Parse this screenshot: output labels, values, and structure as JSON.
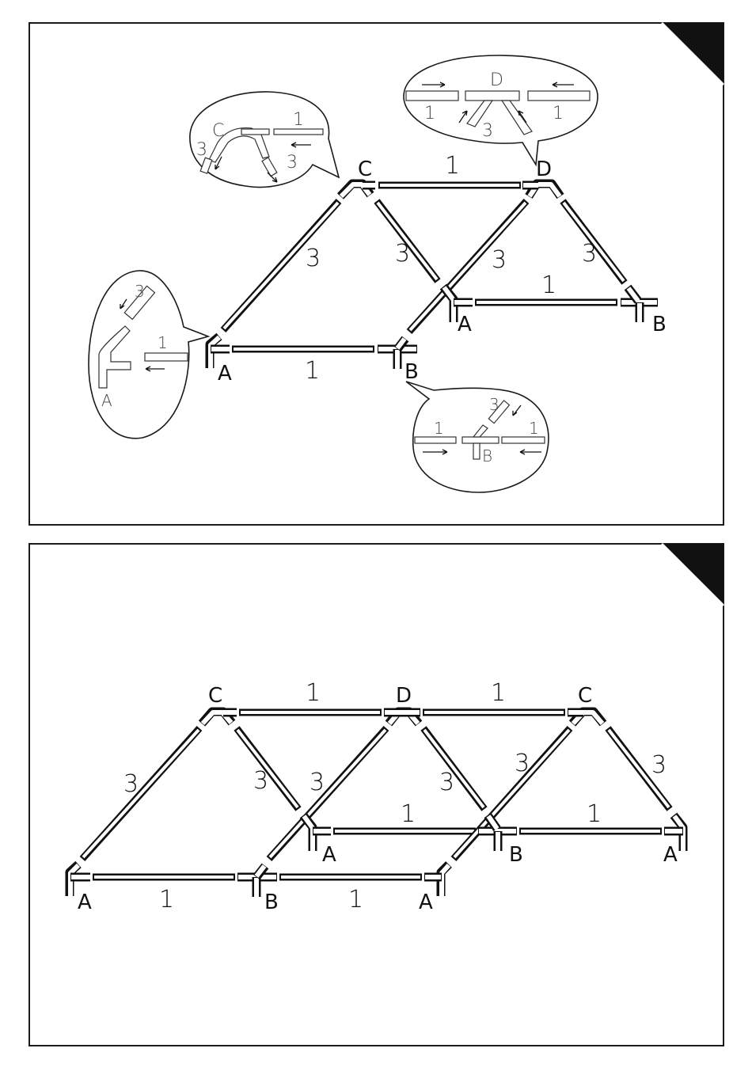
{
  "panel1": {
    "joints": {
      "c": "C",
      "d": "D",
      "a_left": "A",
      "a_mid": "A",
      "b_left": "B",
      "b_right": "B"
    },
    "tubes": {
      "top": "1",
      "bottom_front": "1",
      "bottom_back": "1",
      "diag_left": "3",
      "diag_c_right": "3",
      "diag_d_left": "3",
      "diag_d_right": "3"
    },
    "detail_c": {
      "joint": "C",
      "tube_top": "1",
      "tube_left": "3",
      "tube_right": "3"
    },
    "detail_d": {
      "joint": "D",
      "tube_left": "1",
      "tube_right": "1",
      "tube_bottom": "3"
    },
    "detail_a": {
      "joint": "A",
      "tube_top": "3",
      "tube_right": "1"
    },
    "detail_b": {
      "joint": "B",
      "tube_left": "1",
      "tube_right": "1",
      "tube_top": "3"
    }
  },
  "panel2": {
    "joints": {
      "c_left": "C",
      "d_mid": "D",
      "c_right": "C",
      "a_front_left": "A",
      "b_front_mid": "B",
      "a_front_right": "A",
      "a_back_left": "A",
      "b_back_mid": "B",
      "a_back_right": "A"
    },
    "tubes": {
      "top_left": "1",
      "top_right": "1",
      "front_left": "1",
      "front_right": "1",
      "back_left": "1",
      "back_right": "1",
      "diag_1": "3",
      "diag_2": "3",
      "diag_3": "3",
      "diag_4": "3",
      "diag_5": "3",
      "diag_6": "3"
    }
  }
}
